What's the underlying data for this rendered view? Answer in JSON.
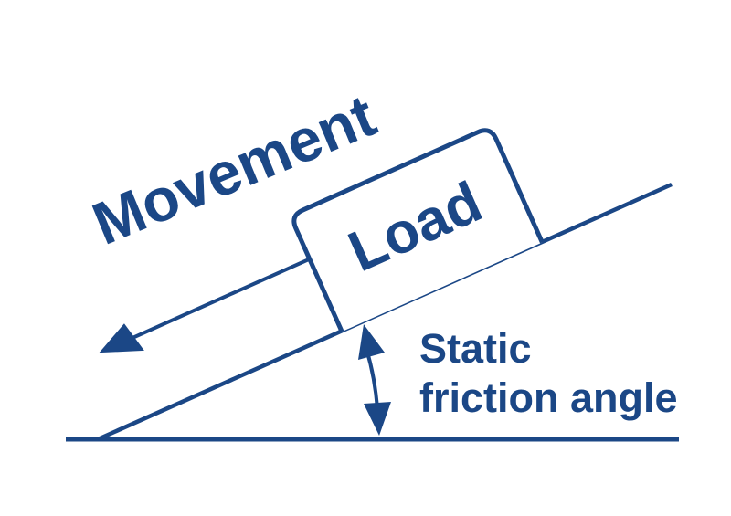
{
  "diagram": {
    "title": "Static friction angle diagram",
    "labels": {
      "movement": "Movement",
      "load": "Load",
      "angle_line1": "Static",
      "angle_line2": "friction angle"
    },
    "colors": {
      "ink": "#1b4786",
      "background": "#ffffff"
    },
    "geometry": {
      "incline_angle_deg": 24
    }
  }
}
